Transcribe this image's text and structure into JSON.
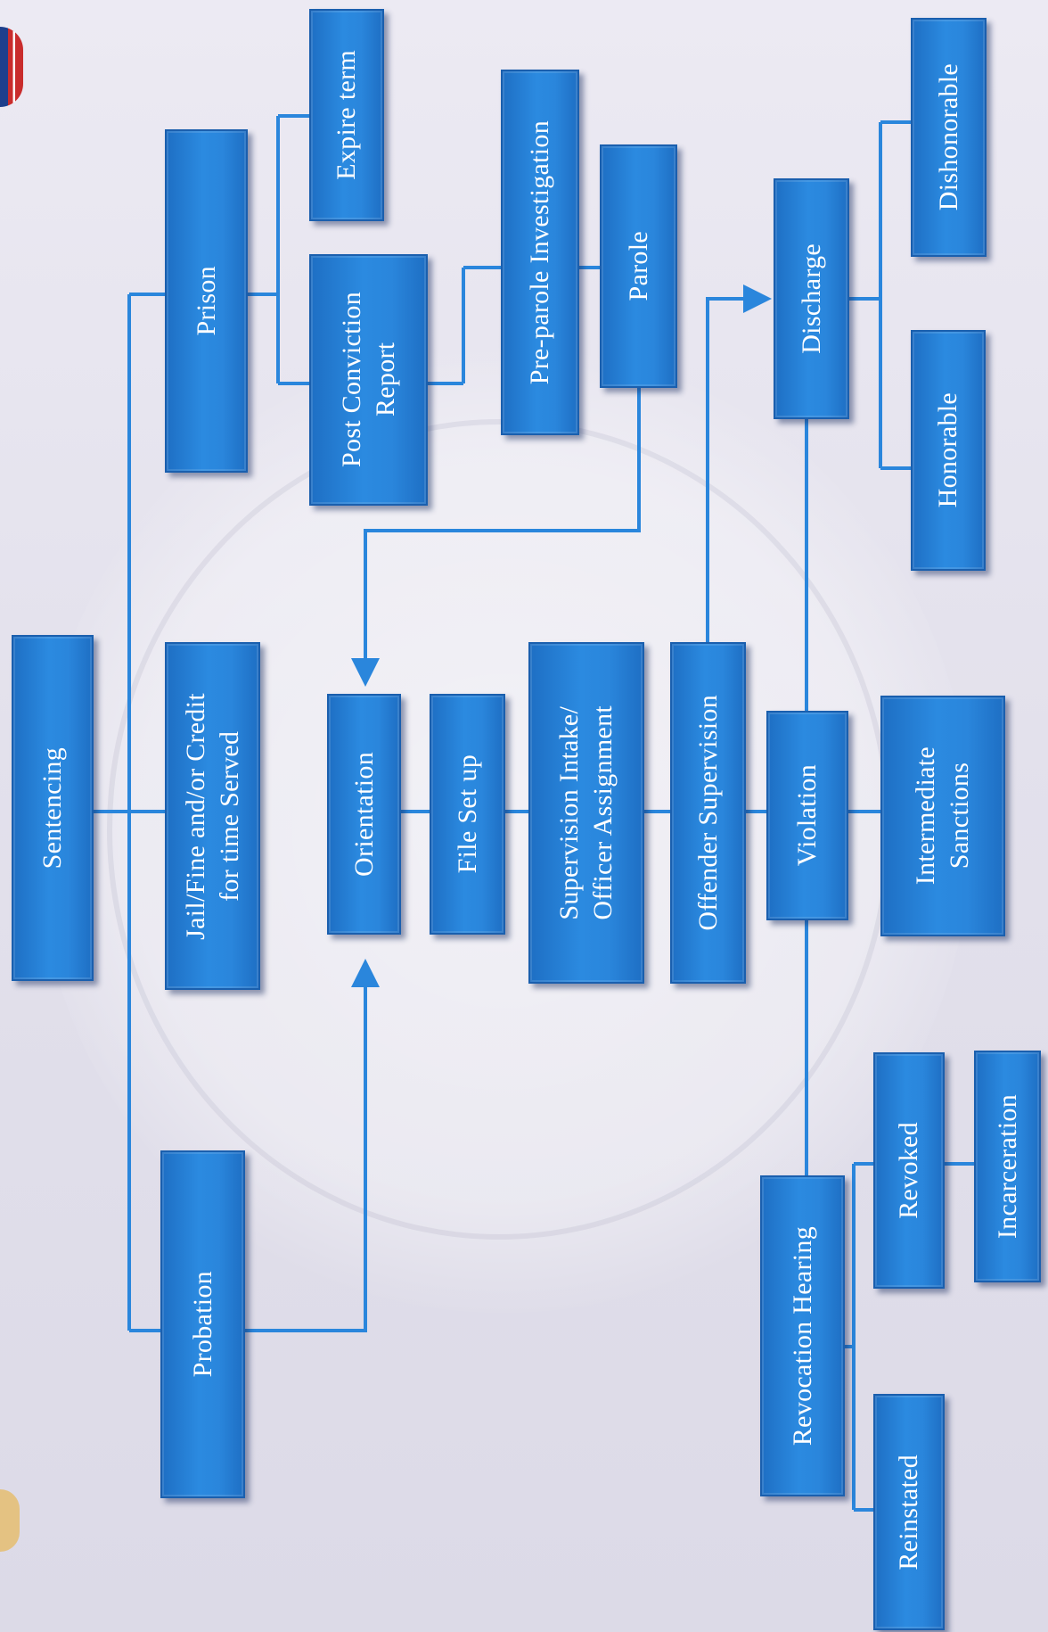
{
  "diagram": {
    "nodes": {
      "sentencing": "Sentencing",
      "jail": "Jail/Fine and/or Credit\nfor time Served",
      "prison": "Prison",
      "probation": "Probation",
      "post_conviction": "Post Conviction\nReport",
      "expire_term": "Expire term",
      "pre_parole": "Pre-parole Investigation",
      "parole": "Parole",
      "orientation": "Orientation",
      "file_setup": "File Set up",
      "intake": "Supervision Intake/\nOfficer Assignment",
      "offender_supervision": "Offender Supervision",
      "violation": "Violation",
      "intermediate_sanctions": "Intermediate\nSanctions",
      "discharge": "Discharge",
      "honorable": "Honorable",
      "dishonorable": "Dishonorable",
      "revocation_hearing": "Revocation Hearing",
      "reinstated": "Reinstated",
      "revoked": "Revoked",
      "incarceration": "Incarceration"
    },
    "colors": {
      "box_fill": "#2a86dc",
      "box_border": "#1a5fae",
      "connector": "#2a86dc",
      "text": "#ffffff"
    }
  }
}
